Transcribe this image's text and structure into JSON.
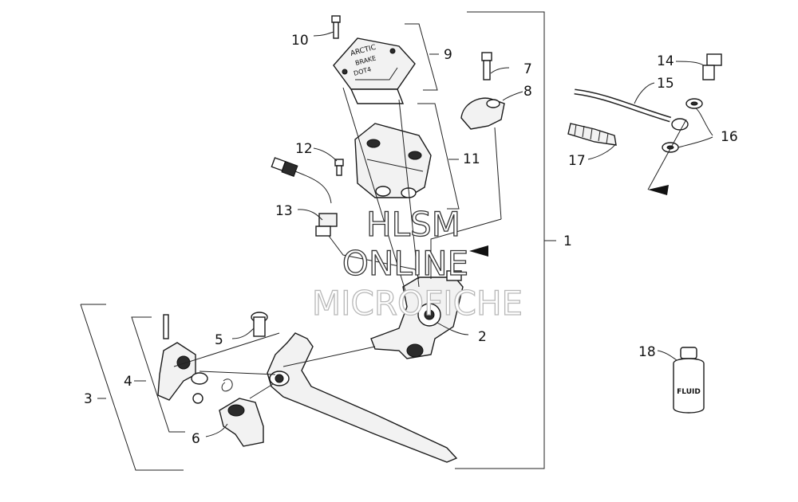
{
  "callouts": [
    "1",
    "2",
    "3",
    "4",
    "5",
    "6",
    "7",
    "8",
    "9",
    "10",
    "11",
    "12",
    "13",
    "14",
    "15",
    "16",
    "17",
    "18"
  ],
  "bottle_label": "FLUID",
  "watermark": {
    "line1": "HLSM",
    "line2": "ONLINE",
    "line3": "MICROFICHE"
  }
}
